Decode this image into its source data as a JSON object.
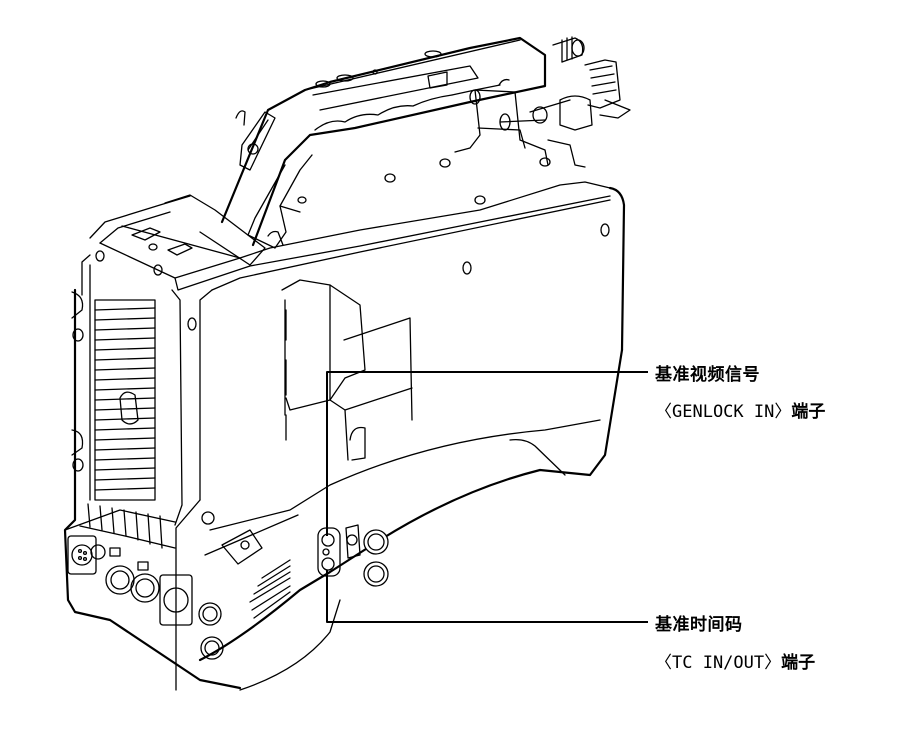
{
  "figure": {
    "subject": "Professional video camcorder, rear-right side view (line drawing)",
    "callouts": [
      {
        "id": "genlock",
        "title": "基准视频信号",
        "subtitle_prefix": "〈GENLOCK IN〉",
        "subtitle_suffix": "端子"
      },
      {
        "id": "tc",
        "title": "基准时间码",
        "subtitle_prefix": "〈TC IN/OUT〉",
        "subtitle_suffix": "端子"
      }
    ]
  },
  "colors": {
    "line": "#000000",
    "background": "#ffffff"
  }
}
